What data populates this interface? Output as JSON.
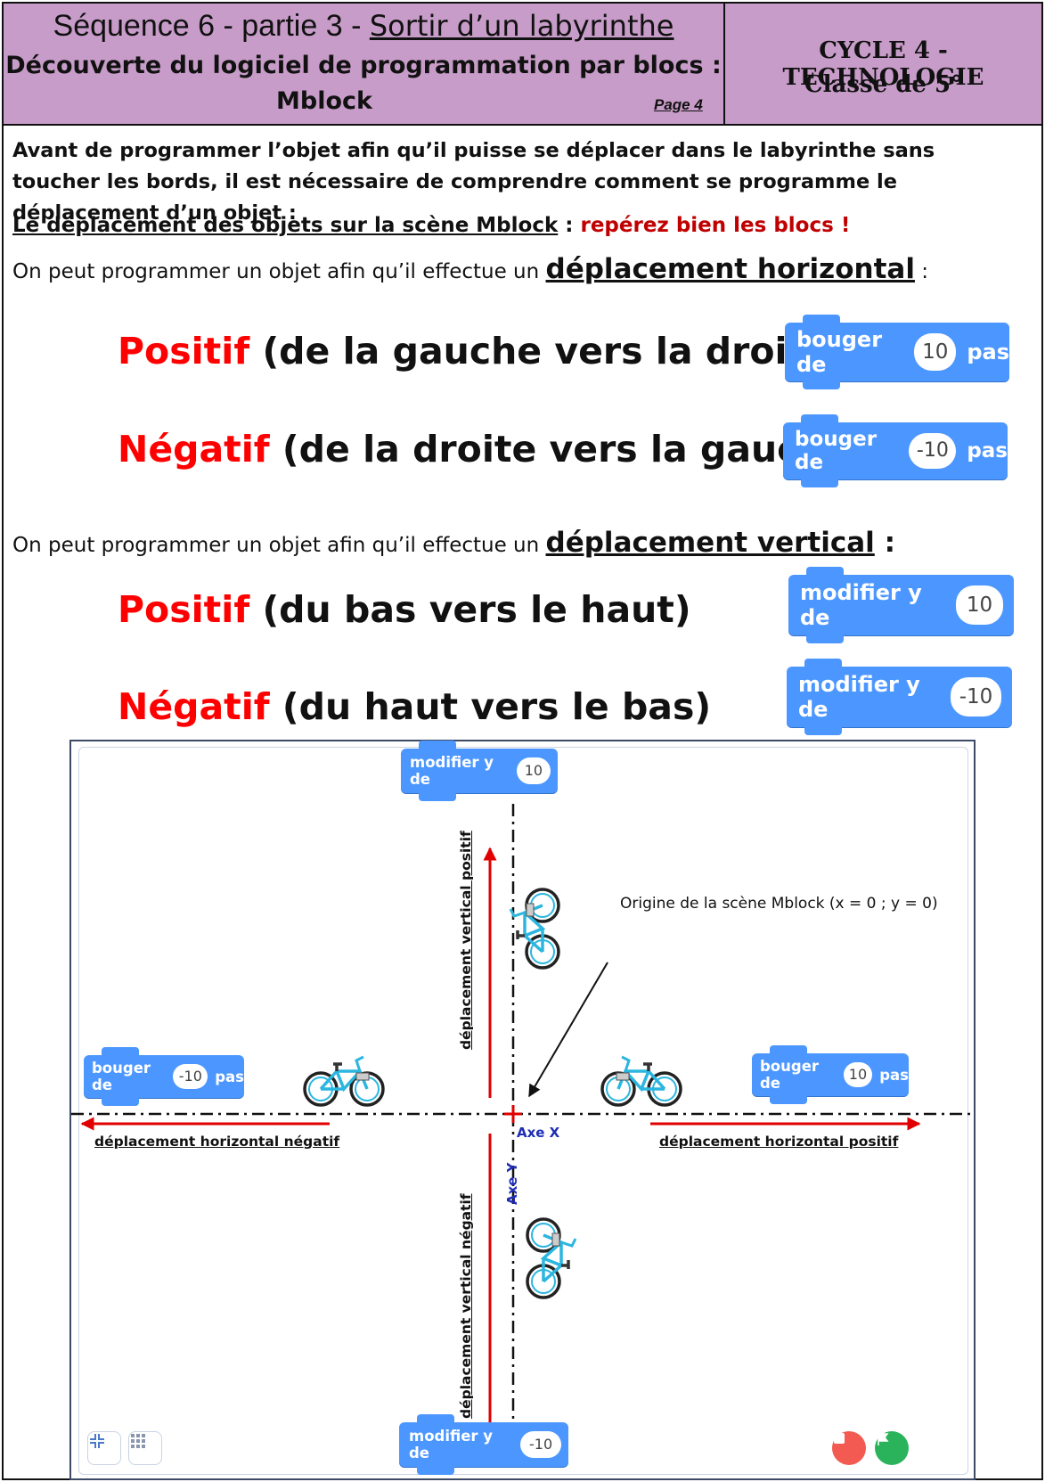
{
  "header": {
    "title_prefix": "Séquence 6 - partie 3 - ",
    "title_link": "Sortir d’un labyrinthe",
    "subtitle_line1": "Découverte du logiciel de programmation par blocs :",
    "subtitle_line2": "Mblock",
    "page": "Page 4",
    "cycle": "CYCLE 4 - TECHNOLOGIE",
    "classe": "Classe de 5°"
  },
  "intro": "Avant de programmer l’objet afin qu’il puisse se déplacer dans le labyrinthe sans toucher les bords, il est nécessaire de comprendre comment se programme le déplacement d’un objet :",
  "subheading": {
    "underlined": "Le déplacement des objets sur la scène Mblock",
    "sep": " : ",
    "red": "repérez bien les blocs !"
  },
  "horizontal": {
    "intro": "On peut programmer un objet afin qu’il effectue un ",
    "keyword": "déplacement horizontal",
    "end": " :",
    "positive_word": "Positif",
    "positive_rest": " (de la gauche vers la droite)",
    "negative_word": "Négatif",
    "negative_rest": " (de la droite vers la gauche)"
  },
  "vertical": {
    "intro": "On peut programmer un objet afin qu’il effectue un ",
    "keyword": "déplacement vertical",
    "end": " :",
    "positive_word": "Positif",
    "positive_rest": " (du bas vers le haut)",
    "negative_word": "Négatif",
    "negative_rest": " (du haut vers le bas)"
  },
  "blocks": {
    "move_label": "bouger de",
    "steps_label": "pas",
    "change_y_label": "modifier y de",
    "pos_value": "10",
    "neg_value": "-10"
  },
  "stage": {
    "label_h_neg": "déplacement horizontal négatif",
    "label_h_pos": "déplacement horizontal positif",
    "label_v_pos": "déplacement vertical positif",
    "label_v_neg": "déplacement vertical négatif",
    "axis_x": "Axe X",
    "axis_y": "Axe Y",
    "origin": "Origine de la scène Mblock (x = 0 ; y = 0)"
  },
  "colors": {
    "header_bg": "#c79cc8",
    "block_blue": "#4c97ff",
    "accent_red": "#ff0000",
    "dark_red": "#c00000",
    "axis_blue": "#1f2cb5",
    "bike_cyan": "#2bb6e0"
  }
}
